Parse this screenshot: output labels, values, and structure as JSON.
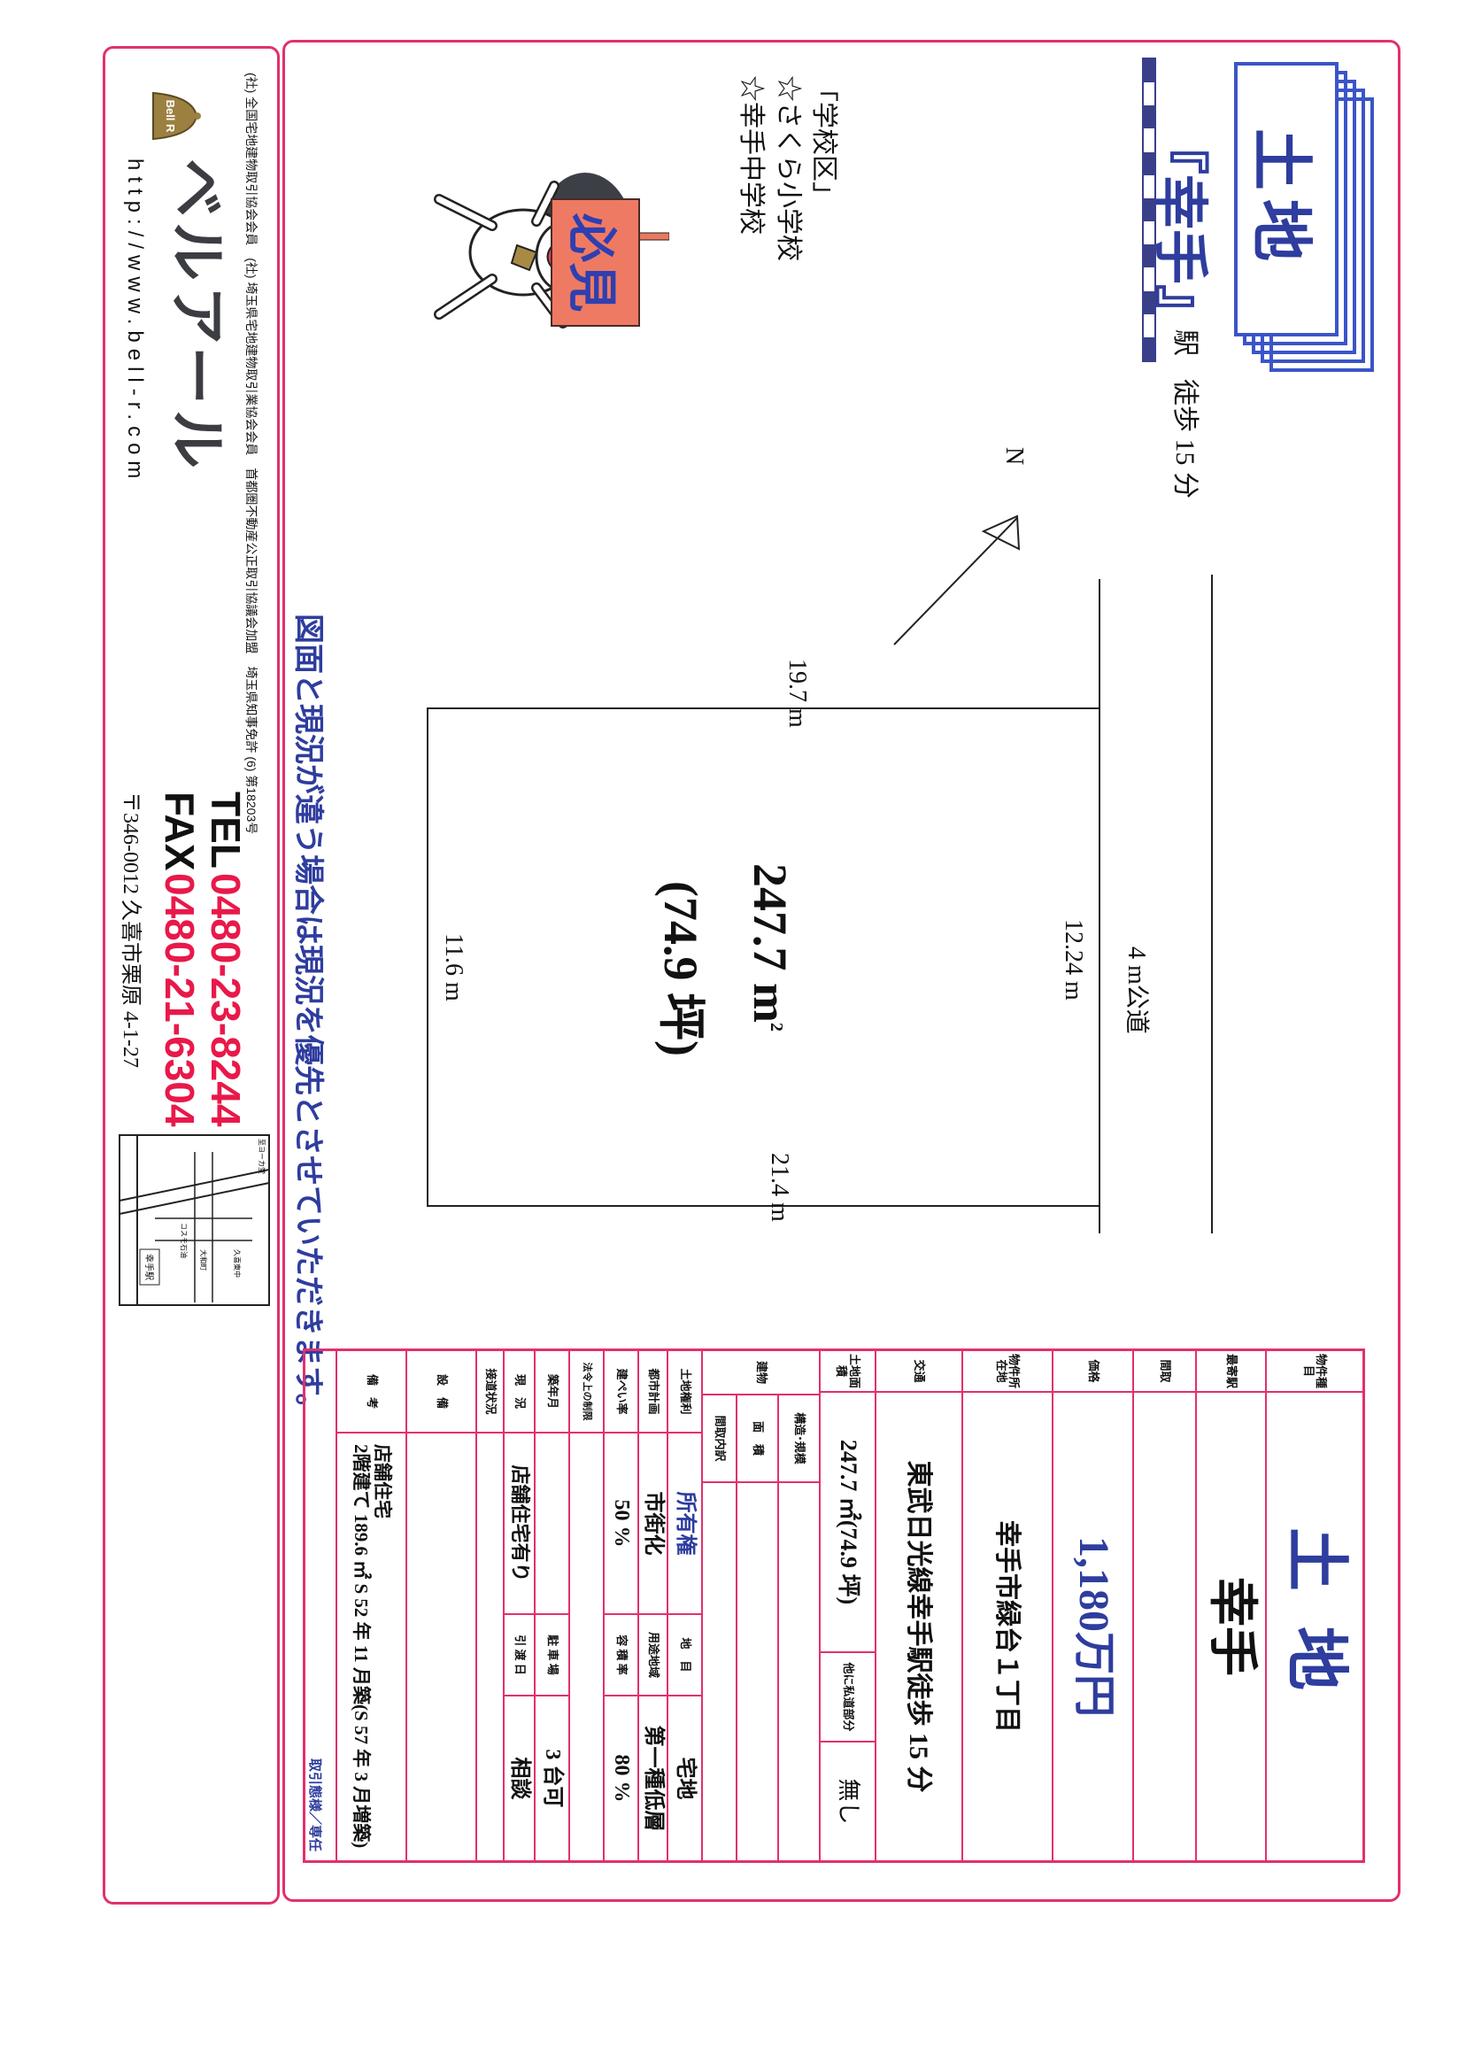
{
  "header": {
    "category": "土地",
    "station": "『幸手』",
    "station_suffix": "駅",
    "walk": "徒歩 15 分"
  },
  "schools": {
    "title": "「学校区」",
    "items": [
      "☆さくら小学校",
      "☆幸手中学校"
    ]
  },
  "mascot_sign": "必見",
  "plot": {
    "north": "N",
    "road": "4 m公道",
    "top_edge": "12.24 m",
    "bottom_edge": "11.6 m",
    "left_edge": "19.7 m",
    "right_edge": "21.4 m",
    "area_value": "247.7 m",
    "area_sup": "2",
    "area_tsubo": "(74.9 坪)"
  },
  "notice": "図面と現況が違う場合は現況を優先とさせていただきます。",
  "company": {
    "logo_text": "Bell R",
    "name": "ベルアール",
    "url": "http://www.bell-r.com",
    "memberships": "(社) 全国宅地建物取引協会会員　(社) 埼玉県宅地建物取引業協会会員　首都圏不動産公正取引協議会加盟　埼玉県知事免許 (6) 第18203号",
    "tel_label": "TEL",
    "tel": "0480-23-8244",
    "fax_label": "FAX",
    "fax": "0480-21-6304",
    "address": "〒346-0012 久喜市栗原 4-1-27",
    "map_labels": {
      "station": "幸手駅",
      "gas": "コスモ石油",
      "yokado": "至ヨーカ堂",
      "kuki": "久喜東中",
      "daiwa": "大和町"
    }
  },
  "table": {
    "type_label": "物件種目",
    "type_value": "土地",
    "station_label": "最寄駅",
    "station_value": "幸手",
    "layout_label": "間取",
    "price_label": "価格",
    "price_value": "1,180万円",
    "location_label": "物件所在地",
    "location_value": "幸手市緑台１丁目",
    "access_label": "交通",
    "access_value": "東武日光線幸手駅徒歩 15 分",
    "land_area_label": "土地面積",
    "land_area_value": "247.7 ㎡(74.9 坪)",
    "private_road_label": "他に私道部分",
    "private_road_value": "無し",
    "building_label": "建物",
    "structure_label": "構造･規模",
    "floor_area_label": "面　積",
    "rooms_label": "間取内訳",
    "rights_label": "土地権利",
    "rights_value": "所有権",
    "landcat_label": "地　目",
    "landcat_value": "宅地",
    "plan_label": "都市計画",
    "plan_value": "市街化",
    "zoning_label": "用途地域",
    "zoning_value": "第一種低層",
    "bcr_label": "建ぺい率",
    "bcr_value": "50 %",
    "far_label": "容 積 率",
    "far_value": "80 %",
    "legal_label": "法令上の制限",
    "built_label": "築年月",
    "parking_label": "駐 車 場",
    "parking_value": "3 台可",
    "status_label": "現　況",
    "status_value": "店舗住宅有り",
    "handover_label": "引 渡 日",
    "handover_value": "相談",
    "road_label": "接道状況",
    "equipment_label": "設　備",
    "remarks_label": "備　考",
    "remarks_line1": "店舗住宅",
    "remarks_line2": "2階建て 189.6 ㎡ S 52 年 11 月築(S 57 年 3 月増築)",
    "transaction": "取引態様／専任"
  },
  "colors": {
    "border": "#e2306e",
    "accent_blue": "#2e3d9e",
    "phone_red": "#e8194a"
  }
}
